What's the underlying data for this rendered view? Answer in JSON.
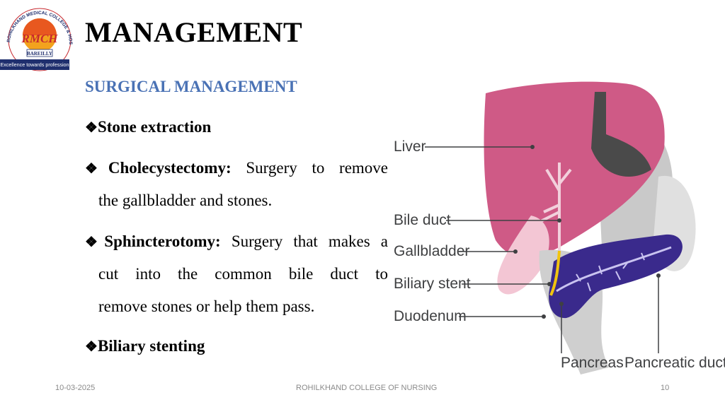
{
  "logo": {
    "arc_text": "ROHILKHAND MEDICAL COLLEGE & HOSPITAL",
    "monogram": "RMCH",
    "city": "BAREILLY",
    "tagline": "Excellence towards profession"
  },
  "slide": {
    "title": "MANAGEMENT",
    "subtitle": "SURGICAL MANAGEMENT",
    "bullet_symbol": "❖",
    "bullets": [
      {
        "term": "Stone extraction",
        "text": ""
      },
      {
        "term": "Cholecystectomy:",
        "text": "Surgery to remove",
        "cont": "the gallbladder and stones."
      },
      {
        "term": "Sphincterotomy:",
        "text": "Surgery that makes a",
        "cont1": "cut into the common bile duct to",
        "cont2": "remove stones or help them pass."
      },
      {
        "term": "Biliary stenting",
        "text": ""
      }
    ]
  },
  "diagram": {
    "labels": {
      "liver": "Liver",
      "bile_duct": "Bile duct",
      "gallbladder": "Gallbladder",
      "biliary_stent": "Biliary stent",
      "duodenum": "Duodenum",
      "pancreas": "Pancreas",
      "pancreatic_duct": "Pancreatic duct"
    },
    "colors": {
      "liver": "#cf5a86",
      "pancreas": "#3a2a8c",
      "duodenum": "#cfcfcf",
      "stent": "#f1c40f"
    }
  },
  "footer": {
    "date": "10-03-2025",
    "center": "ROHILKHAND COLLEGE OF NURSING",
    "page": "10"
  }
}
